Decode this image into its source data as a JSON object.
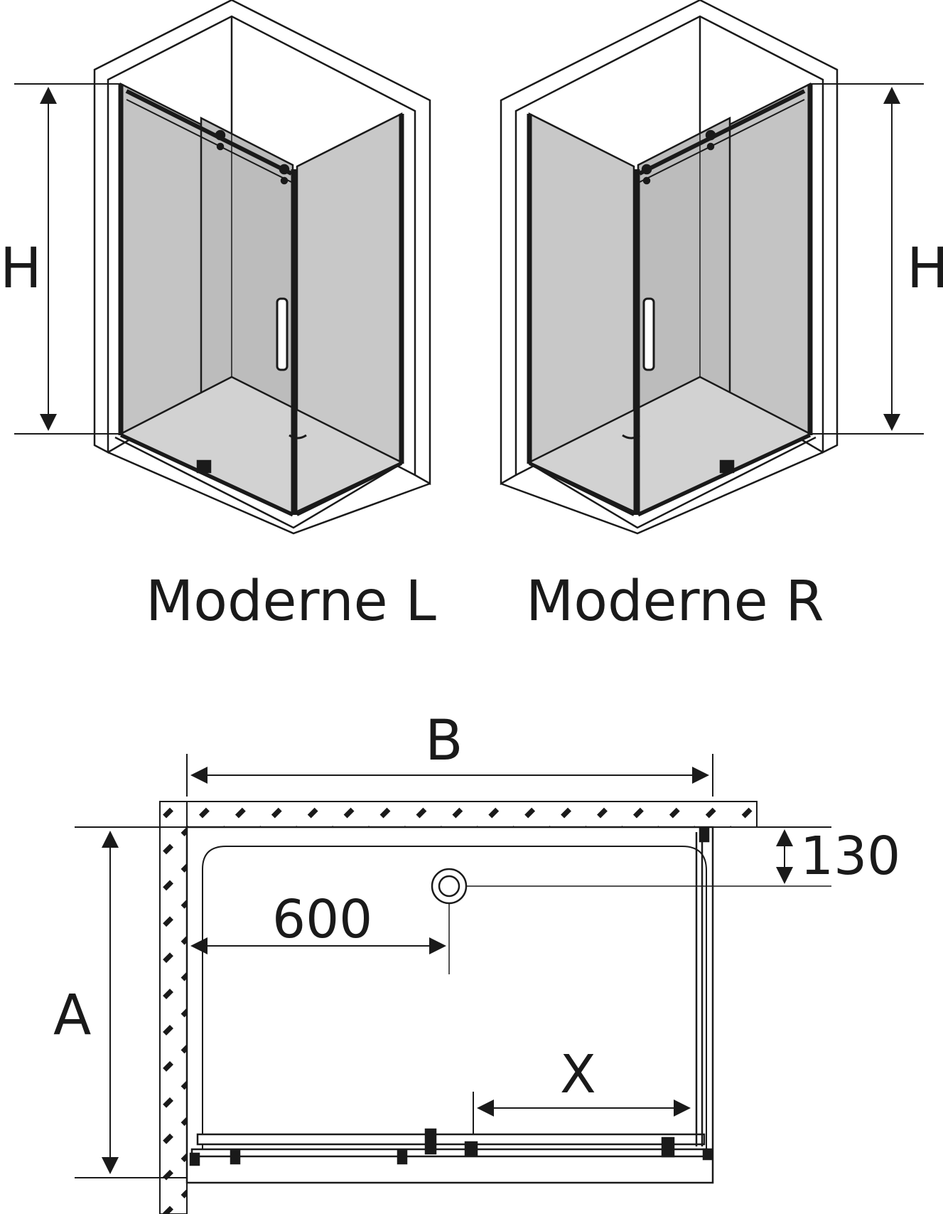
{
  "views": {
    "left_title": "Moderne L",
    "right_title": "Moderne R",
    "left_height_label": "H",
    "right_height_label": "H"
  },
  "plan": {
    "width_label": "B",
    "depth_label": "A",
    "drain_offset_x": "600",
    "drain_offset_y": "130",
    "door_opening_label": "X"
  },
  "colors": {
    "line": "#1a1a1a",
    "glass": "#c4c4c4",
    "wall": "#ffffff"
  }
}
